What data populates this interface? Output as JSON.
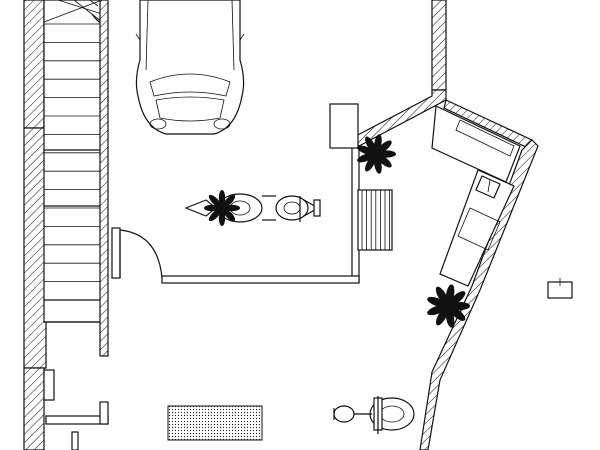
{
  "drawing": {
    "kind": "architectural-floor-plan",
    "style": "black-and-white line drawing",
    "colors": {
      "line": "#111111",
      "background": "#ffffff"
    },
    "elements": [
      "staircase",
      "car",
      "motorcycle",
      "scooter",
      "entrance-door",
      "steps",
      "kitchen-counter",
      "sink",
      "potted-plants",
      "doormat",
      "cabinet",
      "electrical-outlet"
    ]
  }
}
